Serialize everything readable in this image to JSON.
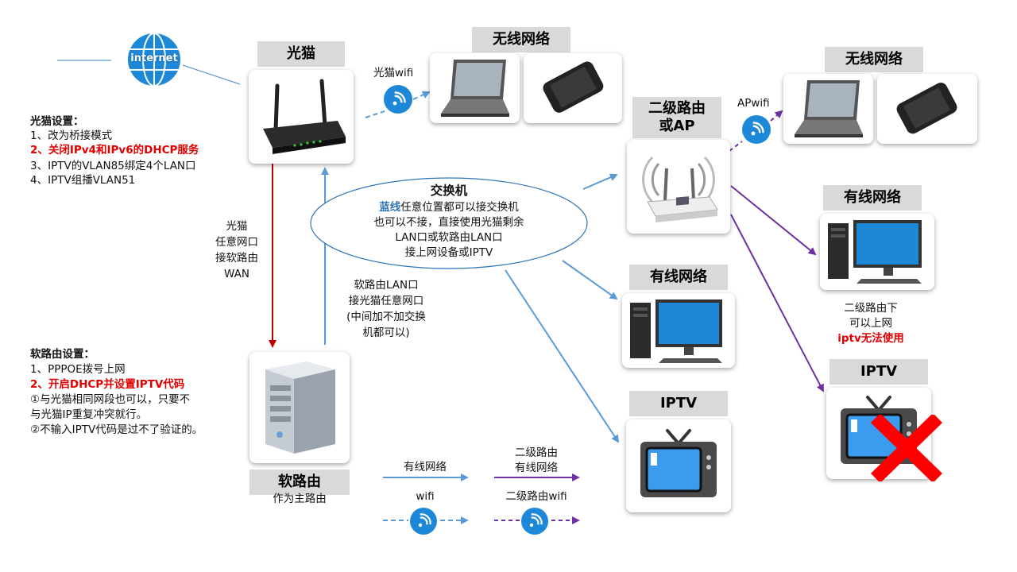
{
  "internet_label": "internet",
  "modem": {
    "header": "光猫",
    "wifi_label": "光猫wifi",
    "settings_title": "光猫设置：",
    "settings": [
      "1、改为桥接模式",
      "2、关闭IPv4和IPv6的DHCP服务",
      "3、IPTV的VLAN85绑定4个LAN口",
      "4、IPTV组播VLAN51"
    ],
    "wan_note": [
      "光猫",
      "任意网口",
      "接软路由",
      "WAN"
    ]
  },
  "wireless_top": {
    "header": "无线网络"
  },
  "wireless_right": {
    "header": "无线网络"
  },
  "ap": {
    "header_line1": "二级路由",
    "header_line2": "或AP",
    "wifi_label": "APwifi"
  },
  "switch": {
    "title": "交换机",
    "blue_word": "蓝线",
    "line1_rest": "任意位置都可以接交换机",
    "line2": "也可以不接，直接使用光猫剩余",
    "line3": "LAN口或软路由LAN口",
    "line4": "接上网设备或IPTV"
  },
  "lan_note": [
    "软路由LAN口",
    "接光猫任意网口",
    "(中间加不加交换",
    "机都可以)"
  ],
  "router": {
    "header": "软路由",
    "subtitle": "作为主路由",
    "settings_title": "软路由设置：",
    "settings": [
      "1、PPPOE拨号上网",
      "2、开启DHCP并设置IPTV代码",
      "①与光猫相同网段也可以，只要不",
      "与光猫IP重复冲突就行。",
      "②不输入IPTV代码是过不了验证的。"
    ]
  },
  "wired_mid": {
    "header": "有线网络"
  },
  "iptv_mid": {
    "header": "IPTV"
  },
  "wired_right": {
    "header": "有线网络",
    "note": [
      "二级路由下",
      "可以上网"
    ],
    "note_red": "iptv无法使用"
  },
  "iptv_right": {
    "header": "IPTV"
  },
  "legend": {
    "wired": "有线网络",
    "wifi": "wifi",
    "secondary_wired_line1": "二级路由",
    "secondary_wired_line2": "有线网络",
    "secondary_wifi": "二级路由wifi"
  },
  "colors": {
    "blue": "#5b9bd5",
    "red": "#c00000",
    "purple": "#7030a0",
    "highlight": "#e00000",
    "header_bg": "#d9d9d9"
  }
}
